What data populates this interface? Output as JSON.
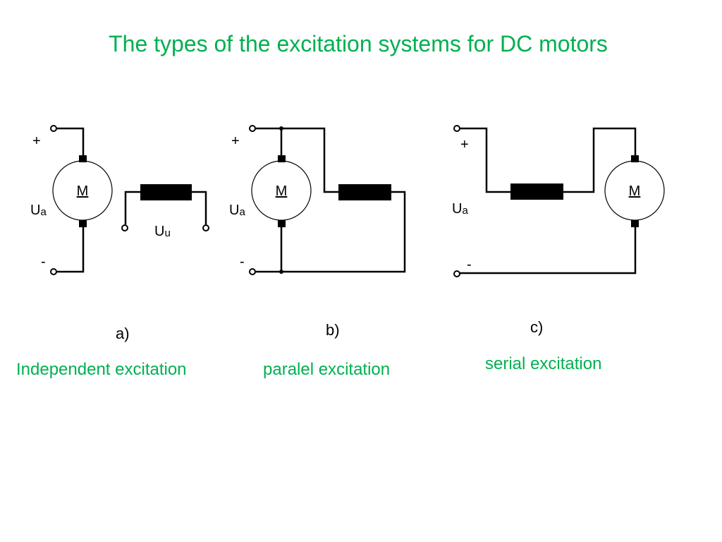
{
  "title": "The types of the excitation systems for DC motors",
  "colors": {
    "accent_green": "#00b050",
    "ink": "#000000"
  },
  "diagrams": {
    "a": {
      "letter": "a)",
      "caption": "Independent excitation",
      "motor_label": "M",
      "plus": "+",
      "minus": "-",
      "armature_voltage": {
        "main": "U",
        "sub": "a"
      },
      "field_voltage": {
        "main": "U",
        "sub": "u"
      }
    },
    "b": {
      "letter": "b)",
      "caption": "paralel excitation",
      "motor_label": "M",
      "plus": "+",
      "minus": "-",
      "armature_voltage": {
        "main": "U",
        "sub": "a"
      }
    },
    "c": {
      "letter": "c)",
      "caption": "serial excitation",
      "motor_label": "M",
      "plus": "+",
      "minus": "-",
      "armature_voltage": {
        "main": "U",
        "sub": "a"
      }
    }
  }
}
